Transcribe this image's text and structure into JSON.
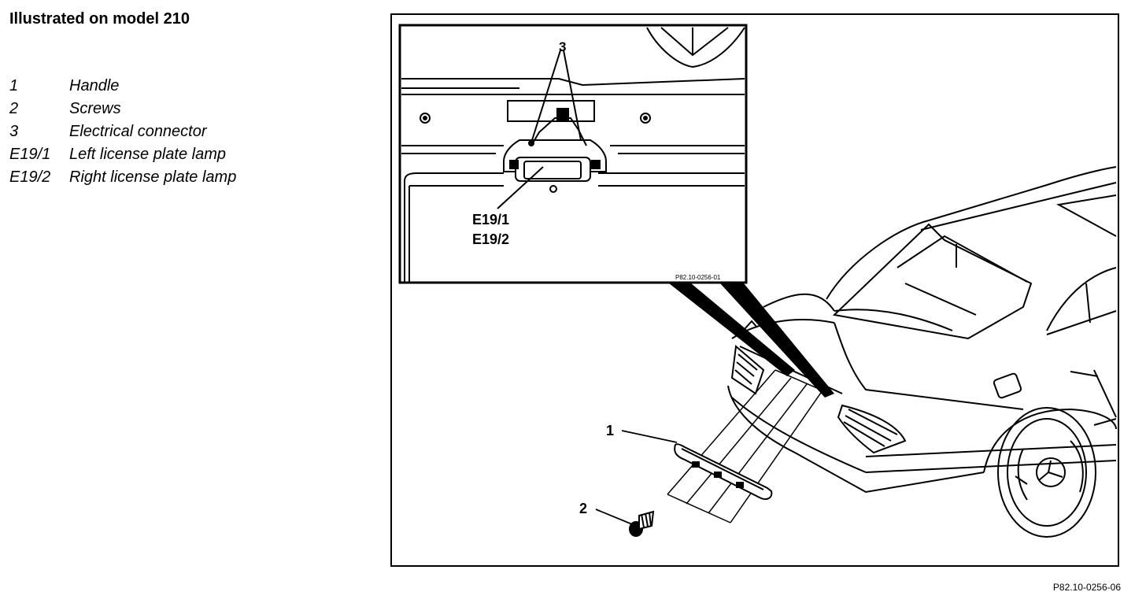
{
  "title": "Illustrated on model 210",
  "legend": [
    {
      "code": "1",
      "label": "Handle"
    },
    {
      "code": "2",
      "label": "Screws"
    },
    {
      "code": "3",
      "label": "Electrical connector"
    },
    {
      "code": "E19/1",
      "label": "Left license plate lamp"
    },
    {
      "code": "E19/2",
      "label": "Right license plate lamp"
    }
  ],
  "figure": {
    "callouts": {
      "c1": "1",
      "c2": "2",
      "c3": "3",
      "e191": "E19/1",
      "e192": "E19/2"
    },
    "inset_ref": "P82.10-0256-01",
    "figure_ref": "P82.10-0256-06"
  }
}
